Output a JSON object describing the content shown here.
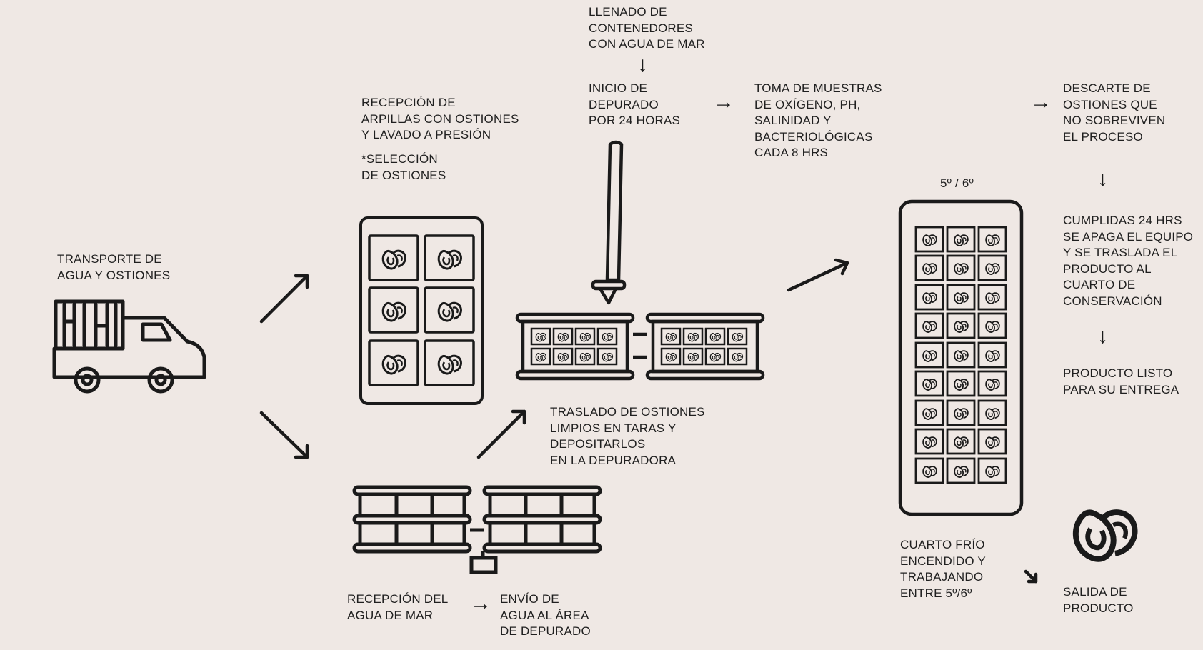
{
  "labels": {
    "transporte": [
      "TRANSPORTE DE",
      "AGUA Y OSTIONES"
    ],
    "recepcion_arpillas": [
      "RECEPCIÓN DE",
      "ARPILLAS CON OSTIONES",
      "Y LAVADO A PRESIÓN"
    ],
    "seleccion": [
      "*SELECCIÓN",
      "DE OSTIONES"
    ],
    "llenado": [
      "LLENADO DE",
      "CONTENEDORES",
      "CON AGUA DE MAR"
    ],
    "inicio": [
      "INICIO DE",
      "DEPURADO",
      "POR 24 HORAS"
    ],
    "toma": [
      "TOMA DE MUESTRAS",
      "DE OXÍGENO, PH,",
      "SALINIDAD Y",
      "BACTERIOLÓGICAS",
      "CADA 8 HRS"
    ],
    "descarte": [
      "DESCARTE DE",
      "OSTIONES QUE",
      "NO SOBREVIVEN",
      "EL PROCESO"
    ],
    "temp": "5º / 6º",
    "cumplidas": [
      "CUMPLIDAS 24 HRS",
      "SE APAGA EL EQUIPO",
      "Y SE TRASLADA EL",
      "PRODUCTO AL",
      "CUARTO DE",
      "CONSERVACIÓN"
    ],
    "listo": [
      "PRODUCTO LISTO",
      "PARA SU ENTREGA"
    ],
    "traslado": [
      "TRASLADO DE OSTIONES",
      "LIMPIOS EN TARAS Y",
      "DEPOSITARLOS",
      "EN LA DEPURADORA"
    ],
    "recepcion_agua": [
      "RECEPCIÓN DEL",
      "AGUA DE MAR"
    ],
    "envio": [
      "ENVÍO DE",
      "AGUA AL ÁREA",
      "DE DEPURADO"
    ],
    "cuarto": [
      "CUARTO FRÍO",
      "ENCENDIDO Y",
      "TRABAJANDO",
      "ENTRE 5º/6º"
    ],
    "salida": [
      "SALIDA DE",
      "PRODUCTO"
    ]
  },
  "icons": {
    "truck": "truck-icon",
    "crate": "oyster-crate-icon",
    "tanks": "depuration-tanks-icon",
    "water_tanks": "seawater-tanks-icon",
    "cold_room": "cold-room-icon",
    "oyster": "oyster-icon",
    "pipe": "water-pipe-icon"
  },
  "colors": {
    "background": "#efe8e4",
    "ink": "#1a1a1a"
  }
}
